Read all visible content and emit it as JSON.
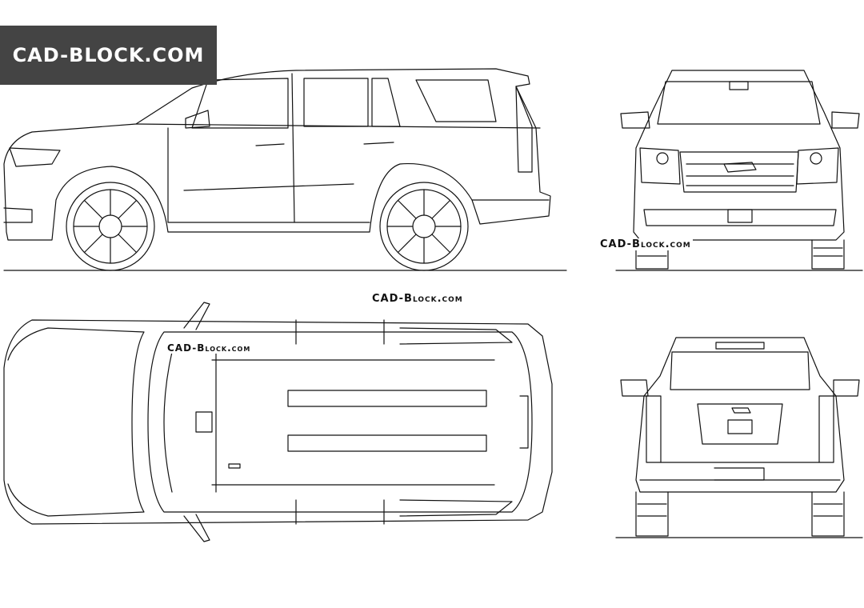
{
  "logo": {
    "text": "CAD-BLOCK.COM"
  },
  "watermarks": {
    "front": "CAD-Block.com",
    "top_right": "CAD-Block.com",
    "top_left": "CAD-Block.com"
  },
  "colors": {
    "logo_bg": "#444444",
    "line": "#111111"
  }
}
